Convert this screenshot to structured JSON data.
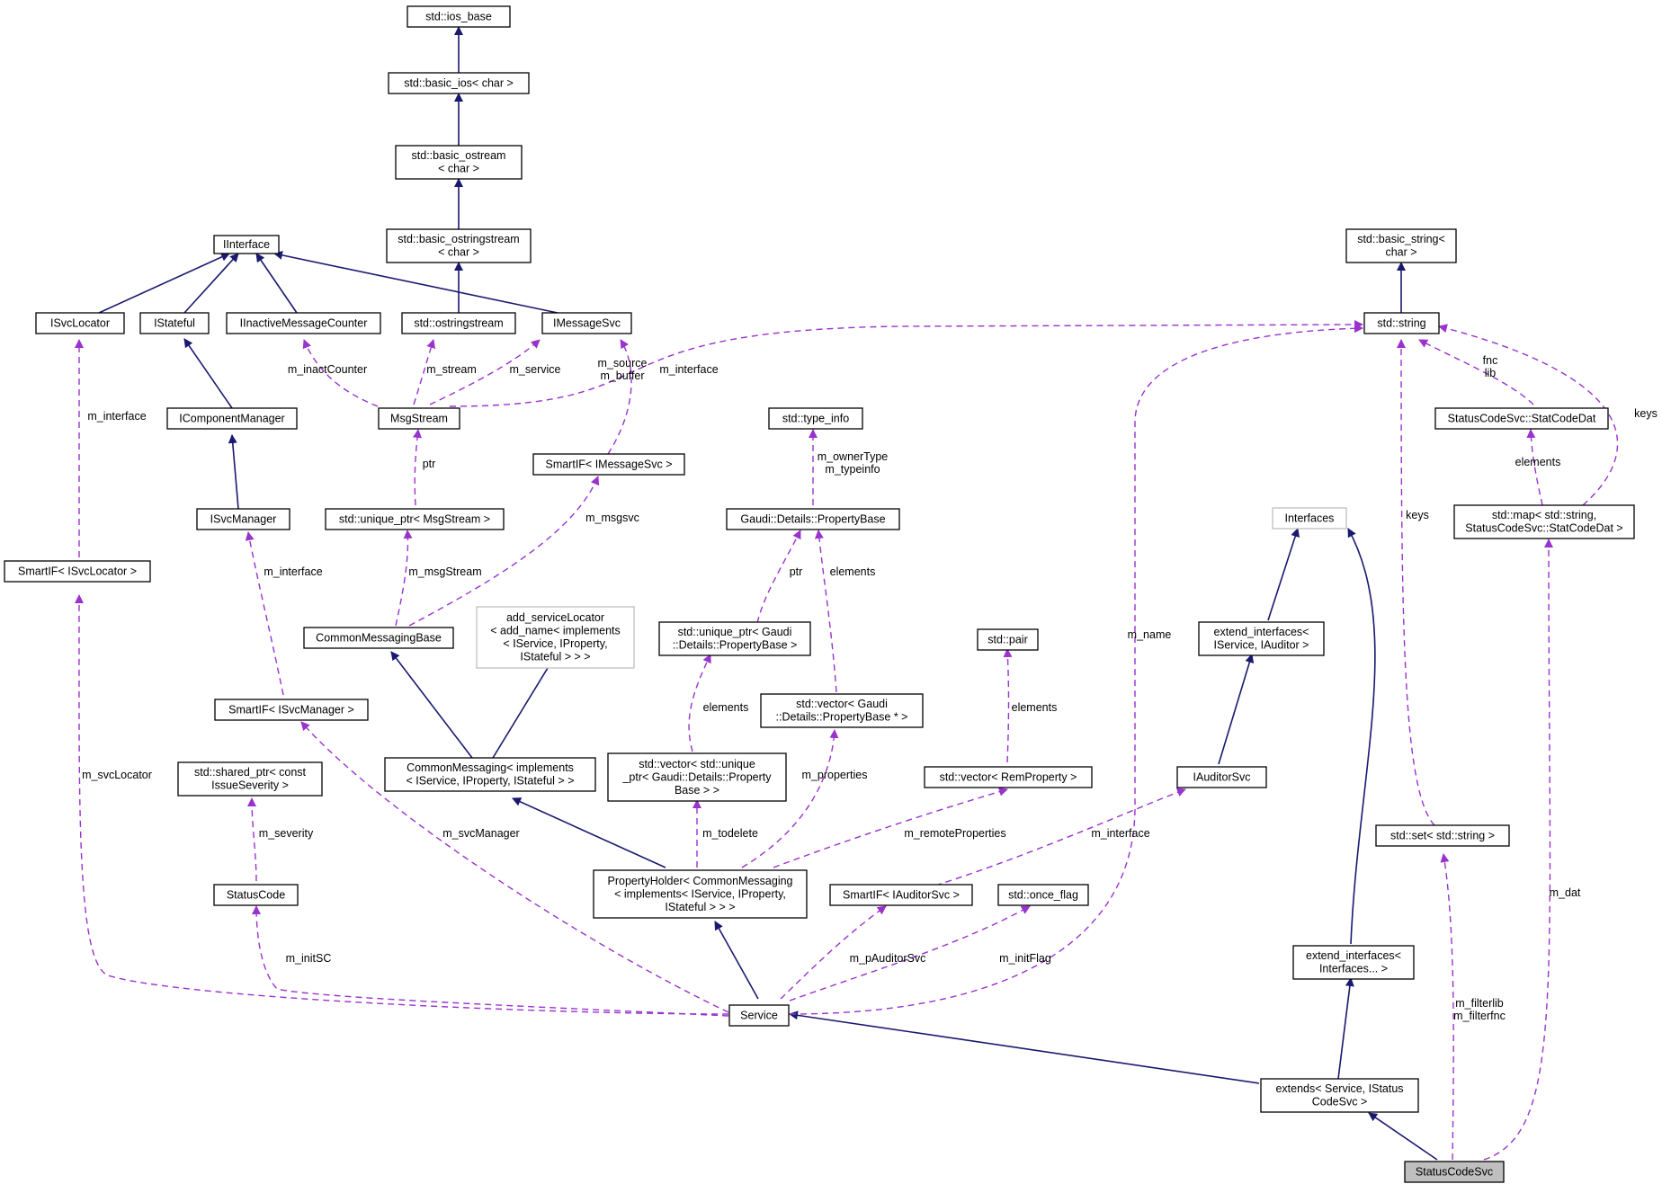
{
  "colors": {
    "inherit_edge": "#191970",
    "use_edge": "#9a32cd",
    "focus_fill": "#bfbfbf",
    "gray_border": "#bfbfbf"
  },
  "nodes": [
    {
      "id": "ios_base",
      "lines": [
        "std::ios_base"
      ]
    },
    {
      "id": "basic_ios",
      "lines": [
        "std::basic_ios< char >"
      ]
    },
    {
      "id": "basic_ostream",
      "lines": [
        "std::basic_ostream",
        "< char >"
      ]
    },
    {
      "id": "basic_ostringstream",
      "lines": [
        "std::basic_ostringstream",
        "< char >"
      ]
    },
    {
      "id": "ostringstream",
      "lines": [
        "std::ostringstream"
      ]
    },
    {
      "id": "IInterface",
      "lines": [
        "IInterface"
      ]
    },
    {
      "id": "ISvcLocator",
      "lines": [
        "ISvcLocator"
      ]
    },
    {
      "id": "IStateful",
      "lines": [
        "IStateful"
      ]
    },
    {
      "id": "IInactiveMessageCounter",
      "lines": [
        "IInactiveMessageCounter"
      ]
    },
    {
      "id": "IMessageSvc",
      "lines": [
        "IMessageSvc"
      ]
    },
    {
      "id": "IComponentManager",
      "lines": [
        "IComponentManager"
      ]
    },
    {
      "id": "MsgStream",
      "lines": [
        "MsgStream"
      ]
    },
    {
      "id": "ISvcManager",
      "lines": [
        "ISvcManager"
      ]
    },
    {
      "id": "unique_ptr_msgstream",
      "lines": [
        "std::unique_ptr< MsgStream >"
      ]
    },
    {
      "id": "SmartIF_IMessageSvc",
      "lines": [
        "SmartIF< IMessageSvc >"
      ]
    },
    {
      "id": "SmartIF_ISvcLocator",
      "lines": [
        "SmartIF< ISvcLocator >"
      ]
    },
    {
      "id": "CommonMessagingBase",
      "lines": [
        "CommonMessagingBase"
      ]
    },
    {
      "id": "add_serviceLocator",
      "lines": [
        "add_serviceLocator",
        "< add_name< implements",
        "< IService, IProperty,",
        "IStateful > > >"
      ],
      "gray": true
    },
    {
      "id": "SmartIF_ISvcManager",
      "lines": [
        "SmartIF< ISvcManager >"
      ]
    },
    {
      "id": "shared_ptr_issue",
      "lines": [
        "std::shared_ptr< const",
        "IssueSeverity >"
      ]
    },
    {
      "id": "CommonMessaging",
      "lines": [
        "CommonMessaging< implements",
        "< IService, IProperty, IStateful > >"
      ]
    },
    {
      "id": "StatusCode",
      "lines": [
        "StatusCode"
      ]
    },
    {
      "id": "PropertyHolder",
      "lines": [
        "PropertyHolder< CommonMessaging",
        "< implements< IService, IProperty,",
        "IStateful > > >"
      ]
    },
    {
      "id": "type_info",
      "lines": [
        "std::type_info"
      ]
    },
    {
      "id": "PropertyBase",
      "lines": [
        "Gaudi::Details::PropertyBase"
      ]
    },
    {
      "id": "unique_ptr_propbase",
      "lines": [
        "std::unique_ptr< Gaudi",
        "::Details::PropertyBase >"
      ]
    },
    {
      "id": "vector_propbase_ptr",
      "lines": [
        "std::vector< Gaudi",
        "::Details::PropertyBase * >"
      ]
    },
    {
      "id": "vector_unique_ptr",
      "lines": [
        "std::vector< std::unique",
        "_ptr< Gaudi::Details::Property",
        "Base > >"
      ]
    },
    {
      "id": "pair",
      "lines": [
        "std::pair"
      ]
    },
    {
      "id": "vector_remproperty",
      "lines": [
        "std::vector< RemProperty >"
      ]
    },
    {
      "id": "SmartIF_IAuditorSvc",
      "lines": [
        "SmartIF< IAuditorSvc >"
      ]
    },
    {
      "id": "once_flag",
      "lines": [
        "std::once_flag"
      ]
    },
    {
      "id": "Service",
      "lines": [
        "Service"
      ]
    },
    {
      "id": "Interfaces",
      "lines": [
        "Interfaces"
      ],
      "gray": true
    },
    {
      "id": "extend_interfaces_isvc",
      "lines": [
        "extend_interfaces<",
        "IService, IAuditor >"
      ]
    },
    {
      "id": "IAuditorSvc",
      "lines": [
        "IAuditorSvc"
      ]
    },
    {
      "id": "extend_interfaces_dots",
      "lines": [
        "extend_interfaces<",
        "Interfaces... >"
      ]
    },
    {
      "id": "extends_service",
      "lines": [
        "extends< Service, IStatus",
        "CodeSvc >"
      ]
    },
    {
      "id": "StatusCodeSvc",
      "lines": [
        "StatusCodeSvc"
      ],
      "focus": true
    },
    {
      "id": "basic_string",
      "lines": [
        "std::basic_string<",
        "char >"
      ]
    },
    {
      "id": "string",
      "lines": [
        "std::string"
      ]
    },
    {
      "id": "StatCodeDat",
      "lines": [
        "StatusCodeSvc::StatCodeDat"
      ]
    },
    {
      "id": "map_string_statcodedat",
      "lines": [
        "std::map< std::string,",
        "StatusCodeSvc::StatCodeDat >"
      ]
    },
    {
      "id": "set_string",
      "lines": [
        "std::set< std::string >"
      ]
    }
  ],
  "edge_labels": [
    {
      "id": "lbl_inact",
      "text": "m_inactCounter"
    },
    {
      "id": "lbl_stream",
      "text": "m_stream"
    },
    {
      "id": "lbl_service",
      "text": "m_service"
    },
    {
      "id": "lbl_source",
      "text": "m_source"
    },
    {
      "id": "lbl_buffer",
      "text": "m_buffer"
    },
    {
      "id": "lbl_interface_msg",
      "text": "m_interface"
    },
    {
      "id": "lbl_interface_loc",
      "text": "m_interface"
    },
    {
      "id": "lbl_ptr_msg",
      "text": "ptr"
    },
    {
      "id": "lbl_msgstream",
      "text": "m_msgStream"
    },
    {
      "id": "lbl_msgsvc",
      "text": "m_msgsvc"
    },
    {
      "id": "lbl_interface_mgr",
      "text": "m_interface"
    },
    {
      "id": "lbl_ownertype",
      "text": "m_ownerType"
    },
    {
      "id": "lbl_typeinfo",
      "text": "m_typeinfo"
    },
    {
      "id": "lbl_ptr_prop",
      "text": "ptr"
    },
    {
      "id": "lbl_elements_prop",
      "text": "elements"
    },
    {
      "id": "lbl_elements_uptr",
      "text": "elements"
    },
    {
      "id": "lbl_elements_pair",
      "text": "elements"
    },
    {
      "id": "lbl_todelete",
      "text": "m_todelete"
    },
    {
      "id": "lbl_properties",
      "text": "m_properties"
    },
    {
      "id": "lbl_remote",
      "text": "m_remoteProperties"
    },
    {
      "id": "lbl_interface_aud",
      "text": "m_interface"
    },
    {
      "id": "lbl_svclocator",
      "text": "m_svcLocator"
    },
    {
      "id": "lbl_svcmanager",
      "text": "m_svcManager"
    },
    {
      "id": "lbl_severity",
      "text": "m_severity"
    },
    {
      "id": "lbl_initsc",
      "text": "m_initSC"
    },
    {
      "id": "lbl_pauditor",
      "text": "m_pAuditorSvc"
    },
    {
      "id": "lbl_initflag",
      "text": "m_initFlag"
    },
    {
      "id": "lbl_name",
      "text": "m_name"
    },
    {
      "id": "lbl_fnc",
      "text": "fnc"
    },
    {
      "id": "lbl_lib",
      "text": "lib"
    },
    {
      "id": "lbl_keys_map",
      "text": "keys"
    },
    {
      "id": "lbl_elements_map",
      "text": "elements"
    },
    {
      "id": "lbl_keys_set",
      "text": "keys"
    },
    {
      "id": "lbl_dat",
      "text": "m_dat"
    },
    {
      "id": "lbl_filterlib",
      "text": "m_filterlib"
    },
    {
      "id": "lbl_filterfnc",
      "text": "m_filterfnc"
    }
  ]
}
